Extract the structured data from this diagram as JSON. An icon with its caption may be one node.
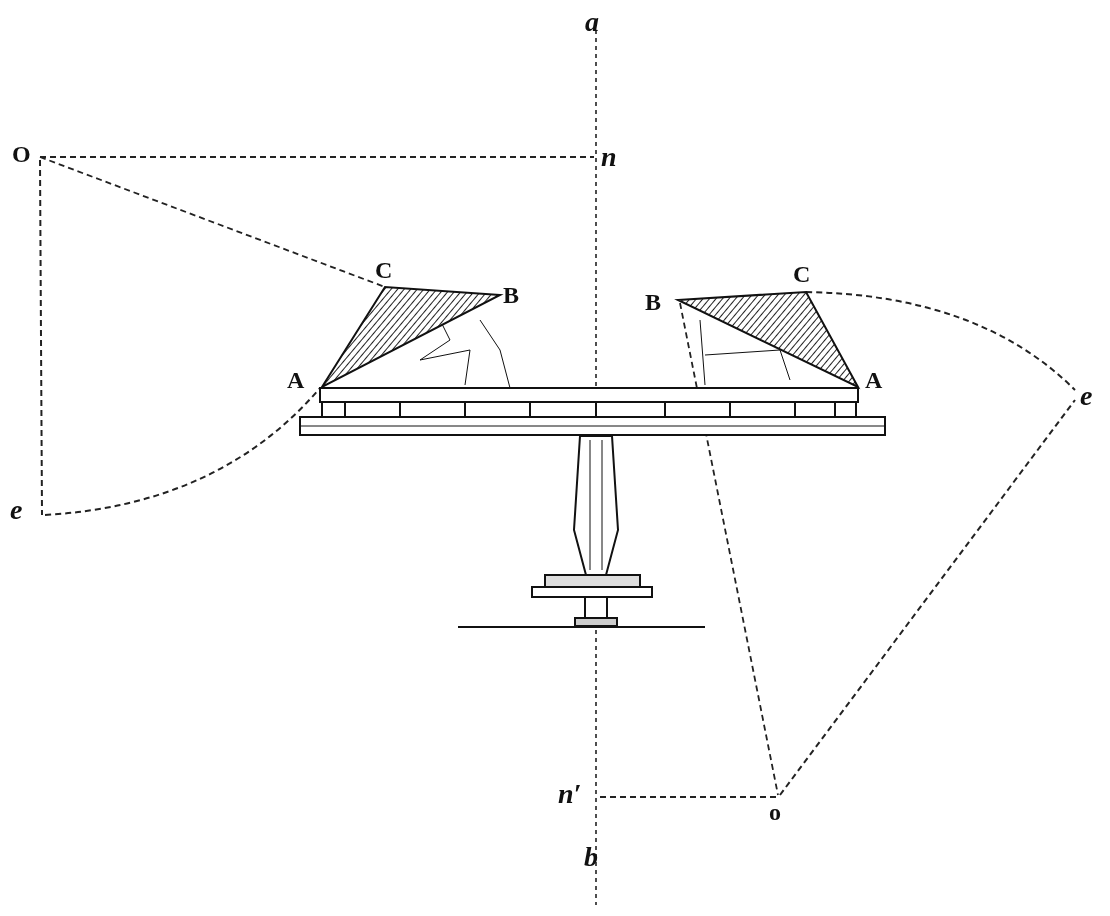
{
  "diagram": {
    "labels": [
      "a",
      "O",
      "n",
      "C",
      "B",
      "B",
      "C",
      "A",
      "A",
      "e",
      "e",
      "n′",
      "o",
      "b"
    ]
  }
}
